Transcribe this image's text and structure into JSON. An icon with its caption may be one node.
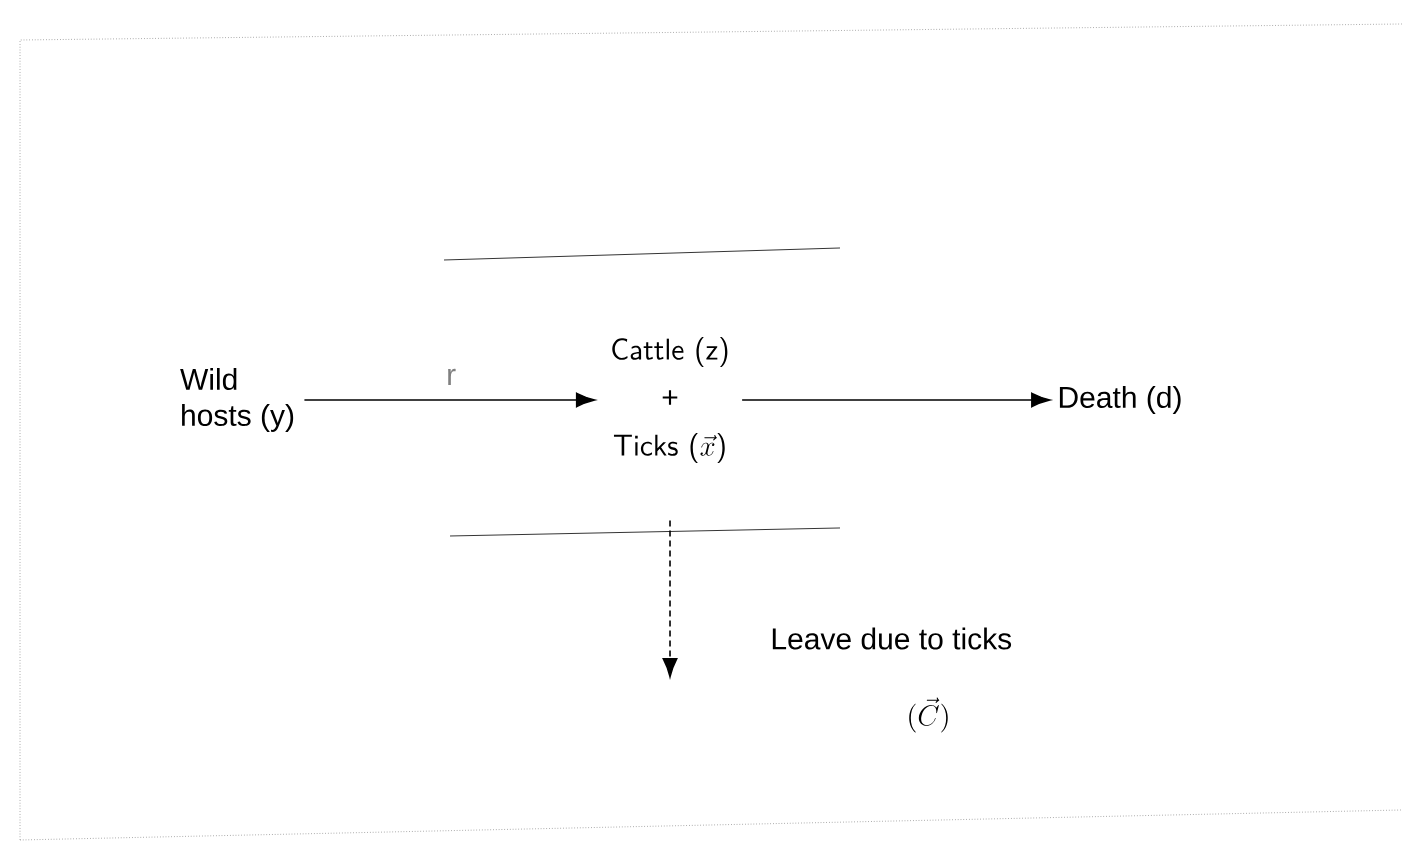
{
  "diagram": {
    "nodes": [
      {
        "text": [
          "Wild hosts (y)"
        ]
      },
      {
        "text": [
          "\\text{Cattle (z)}",
          "+",
          "\\text{Ticks (}\\vec{x}\\text{)}"
        ]
      },
      {
        "text": [
          "Death (d)"
        ]
      },
      {
        "text": [
          "Leave due to ticks",
          "(\\vec{C})"
        ]
      }
    ],
    "edges": [
      {
        "from": 0,
        "to": 1,
        "arrow": "to",
        "label": "r"
      },
      {
        "from": 1,
        "to": 2,
        "arrow": "to"
      },
      {
        "from": 1,
        "to": 3,
        "arrow": "to",
        "style": "dashed"
      }
    ]
  }
}
